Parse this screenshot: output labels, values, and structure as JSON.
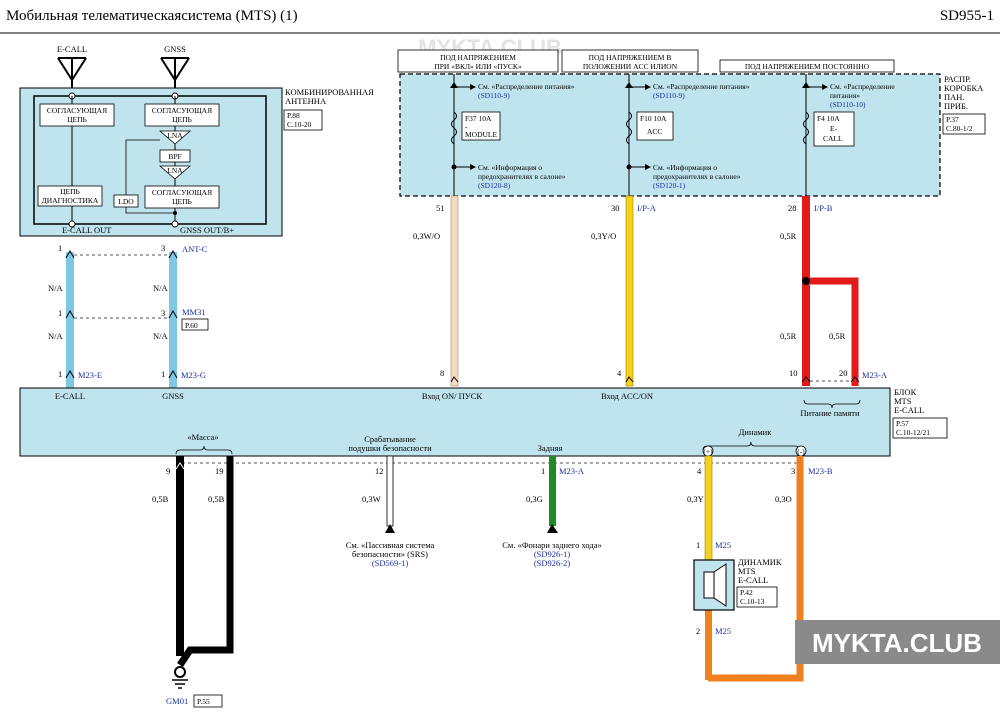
{
  "header": {
    "title": "Мобильная    телематическаясистема    (MTS)  (1)",
    "code": "SD955-1"
  },
  "antennas": {
    "ecall": "E-CALL",
    "gnss": "GNSS"
  },
  "combo_antenna": {
    "name": [
      "КОМБИНИРОВАННАЯ",
      "АНТЕННА"
    ],
    "ref": [
      "P.88",
      "C.10-20"
    ],
    "match1": [
      "СОГЛАСУЮЩАЯ",
      "ЦЕПЬ"
    ],
    "match2": [
      "СОГЛАСУЮЩАЯ",
      "ЦЕПЬ"
    ],
    "match3": [
      "СОГЛАСУЮЩАЯ",
      "ЦЕПЬ"
    ],
    "lna": "LNA",
    "bpf": "BPF",
    "ldo": "LDO",
    "diag": [
      "ЦЕПЬ",
      "ДИАГНОСТИКА"
    ],
    "out1": "E-CALL OUT",
    "out2": "GNSS OUT/B+"
  },
  "power": {
    "lbl1": [
      "ПОД  НАПРЯЖЕНИЕМ",
      "ПРИ  «ВКЛ» ИЛИ «ПУСК»"
    ],
    "lbl2": [
      "ПОД НАПРЯЖЕНИЕМ  В",
      "ПОЛОЖЕНИИ ACC ИЛИON"
    ],
    "lbl3": "ПОД НАПРЯЖЕНИЕМ  ПОСТОЯННО",
    "box_name": [
      "РАСПР.",
      "КОРОБКА",
      "ПАН.",
      "ПРИБ."
    ],
    "box_ref": [
      "P.37",
      "C.80-1/2"
    ],
    "c1_see": [
      "См.  «Распределение   питания»",
      "(SD110-9)"
    ],
    "c2_see": [
      "См.  «Распределение   питания»",
      "(SD110-9)"
    ],
    "c3_see": [
      "См.  «Распределение",
      "питания»",
      "(SD110-10)"
    ],
    "fuse1": [
      "F37 10A",
      "-",
      "MODULE"
    ],
    "fuse2": [
      "F10 10A",
      "ACC"
    ],
    "fuse3": [
      "F4 10A",
      "E-",
      "CALL"
    ],
    "c1_info": [
      "См.  «Информация   о",
      "предохранителях    в салоне»",
      "(SD120-8)"
    ],
    "c2_info": [
      "См.  «Информация   о",
      "предохранителях   в салоне»",
      "(SD120-1)"
    ]
  },
  "wires": {
    "ecall": {
      "pin_top": "1",
      "pin_mid_top": "1",
      "pin_bottom": "1",
      "spec": "N/A",
      "spec2": "N/A"
    },
    "gnss": {
      "pin_top": "3",
      "pin_mid_top": "3",
      "pin_bottom": "1",
      "spec": "N/A",
      "spec2": "N/A",
      "conn_top": "ANT-C",
      "conn_mid": "MM31",
      "conn_mid_ref": "P.60",
      "conn_bottom": "M23-G"
    },
    "conn_m23e": "M23-E",
    "w51": {
      "pin_top": "51",
      "pin_bottom": "8",
      "spec": "0,3W/O",
      "color": "#f2dcc4"
    },
    "w30": {
      "pin_top": "30",
      "pin_bottom": "4",
      "spec": "0,3Y/O",
      "color": "#f2d21a",
      "conn": "I/P-A"
    },
    "w28": {
      "pin_top": "28",
      "pin_bottom": "10",
      "spec": "0,5R",
      "spec2": "0,5R",
      "spec3": "0,5R",
      "color": "#e11a1a",
      "conn": "I/P-B",
      "pin_bottom2": "20",
      "conn_bottom": "M23-A"
    }
  },
  "mts_unit": {
    "name": [
      "БЛОК",
      "MTS",
      "E-CALL"
    ],
    "ref": [
      "P.57",
      "C.10-12/21"
    ],
    "in_ecall": "E-CALL",
    "in_gnss": "GNSS",
    "in_on": "Вход ON/ ПУСК",
    "in_acc": "Вход ACC/ON",
    "in_mem": "Питание памяти",
    "out_mass": "«Масса»",
    "out_airbag": [
      "Срабатывание",
      "подушки  безопасности"
    ],
    "out_rear": "Задняя",
    "out_spk": "Динамик",
    "plus": "(+)",
    "minus": "(-)"
  },
  "lower": {
    "gnd1": {
      "pin": "9",
      "spec": "0,5B"
    },
    "gnd2": {
      "pin": "19",
      "spec": "0,5B"
    },
    "airbag": {
      "pin": "12",
      "spec": "0,3W",
      "see": [
        "См.  «Пассивная   система",
        "безопасности»  (SRS)",
        "(SD569-1)"
      ]
    },
    "rear": {
      "pin": "1",
      "spec": "0,3G",
      "conn": "M23-A",
      "see": [
        "См.  «Фонари  заднего  хода»",
        "(SD926-1)",
        "(SD926-2)"
      ],
      "color": "#1e8a28"
    },
    "spk_plus": {
      "pin": "4",
      "spec": "0,3Y",
      "color": "#f2d21a",
      "pin2": "1",
      "conn2": "M25"
    },
    "spk_minus": {
      "pin": "3",
      "spec": "0,3O",
      "conn": "M23-B",
      "color": "#f0801e",
      "pin3": "2",
      "conn3": "M25"
    },
    "speaker": {
      "name": [
        "ДИНАМИК",
        "MTS",
        "E-CALL"
      ],
      "ref": [
        "P.42",
        "C.10-13"
      ]
    },
    "ground": {
      "name": "GM01",
      "ref": "P.55"
    }
  },
  "watermark": "MYKTA.CLUB",
  "colors": {
    "box_fill": "#bfe4ee",
    "antenna_wire": "#7ec8e3",
    "black": "#000000"
  }
}
